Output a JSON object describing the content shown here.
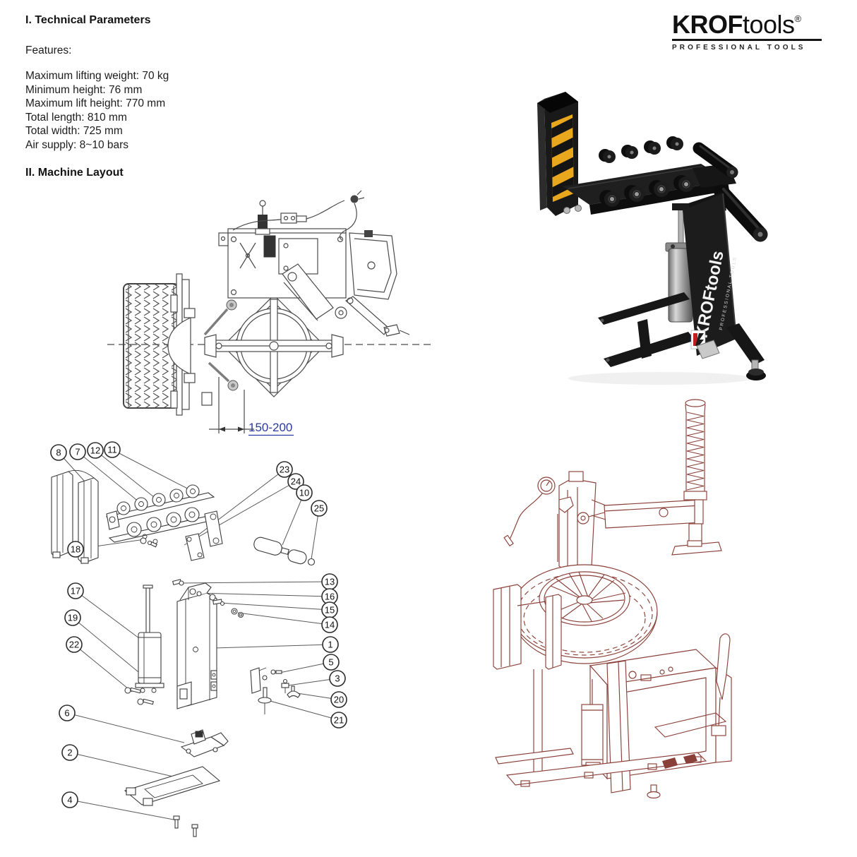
{
  "document": {
    "section1_title": "I. Technical Parameters",
    "features_label": "Features:",
    "specs": [
      "Maximum lifting weight: 70 kg",
      "Minimum height: 76 mm",
      "Maximum lift height: 770 mm",
      "Total length: 810 mm",
      "Total width: 725 mm",
      "Air supply: 8~10 bars"
    ],
    "section2_title": "II. Machine Layout"
  },
  "logo": {
    "brand_bold": "KROF",
    "brand_light": "tools",
    "registered_mark": "®",
    "tagline": "PROFESSIONAL TOOLS"
  },
  "layout_drawing": {
    "dimension_label": "150-200"
  },
  "product_photo": {
    "vertical_brand": "KROFtools",
    "vertical_tagline": "PROFESSIONAL TOOLS"
  },
  "parts_diagram": {
    "callouts": [
      "8",
      "7",
      "12",
      "11",
      "23",
      "24",
      "10",
      "25",
      "18",
      "17",
      "19",
      "22",
      "13",
      "16",
      "15",
      "14",
      "1",
      "5",
      "3",
      "20",
      "21",
      "6",
      "2",
      "4"
    ]
  },
  "colors": {
    "dimension_blue": "#2b3a9e",
    "hazard_yellow": "#e8a71c",
    "red_drawing": "#8a4038",
    "badge_red": "#c41d1d"
  }
}
